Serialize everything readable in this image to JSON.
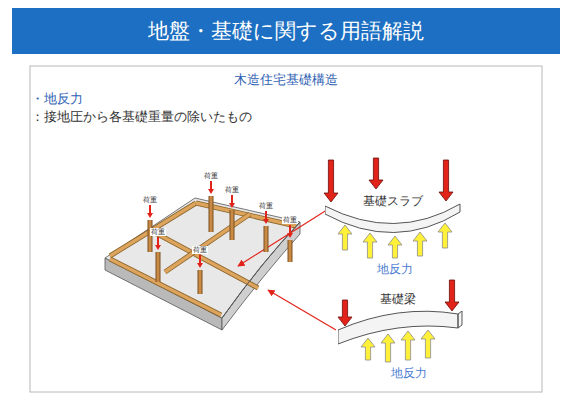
{
  "diagram": {
    "title": "地盤・基礎に関する用語解説",
    "nodes": [
      {
        "text": [
          "基礎スラブ"
        ]
      },
      {
        "text": [
          "基礎梁"
        ]
      }
    ],
    "labels": [
      "木造住宅基礎構造",
      "・地反力",
      "：接地圧から各基礎重量の除いたもの",
      "荷重",
      "荷重",
      "荷重",
      "荷重",
      "荷重",
      "荷重",
      "荷重",
      "地反力",
      "地反力"
    ]
  }
}
